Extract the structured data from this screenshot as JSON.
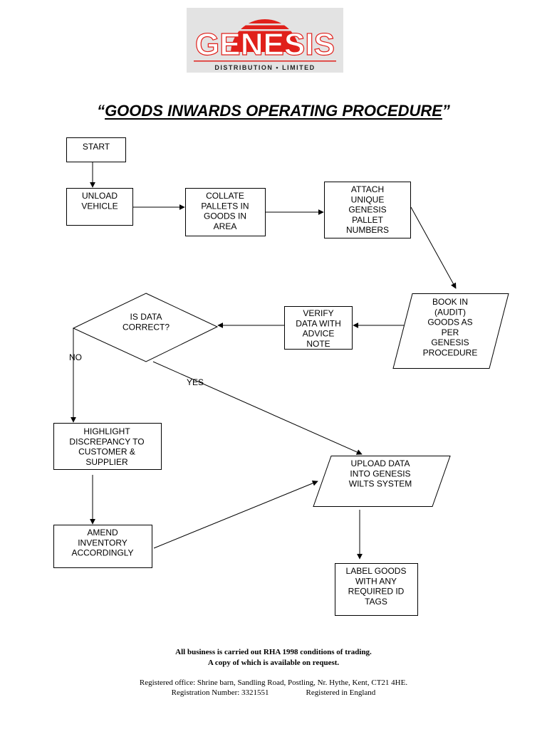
{
  "logo": {
    "name": "GENESIS",
    "subtitle": "DISTRIBUTION • LIMITED",
    "brand_color": "#e0201b"
  },
  "title": {
    "open_quote": "“",
    "text": "GOODS INWARDS OPERATING PROCEDURE",
    "close_quote": "”"
  },
  "nodes": {
    "start": [
      "START"
    ],
    "unload": [
      "UNLOAD",
      "VEHICLE"
    ],
    "collate": [
      "COLLATE",
      "PALLETS IN",
      "GOODS IN",
      "AREA"
    ],
    "attach": [
      "ATTACH",
      "UNIQUE",
      "GENESIS",
      "PALLET",
      "NUMBERS"
    ],
    "book": [
      "BOOK IN",
      "(AUDIT)",
      "GOODS AS",
      "PER",
      "GENESIS",
      "PROCEDURE"
    ],
    "verify": [
      "VERIFY",
      "DATA WITH",
      "ADVICE",
      "NOTE"
    ],
    "decision": [
      "IS DATA",
      "CORRECT?"
    ],
    "highlight": [
      "HIGHLIGHT",
      "DISCREPANCY TO",
      "CUSTOMER &",
      "SUPPLIER"
    ],
    "upload": [
      "UPLOAD DATA",
      "INTO GENESIS",
      "WILTS SYSTEM"
    ],
    "amend": [
      "AMEND",
      "INVENTORY",
      "ACCORDINGLY"
    ],
    "label": [
      "LABEL GOODS",
      "WITH ANY",
      "REQUIRED ID",
      "TAGS"
    ]
  },
  "edge_labels": {
    "no": "NO",
    "yes": "YES"
  },
  "footer": {
    "line1": "All business is carried out RHA 1998 conditions of trading.",
    "line2": "A copy of which is available on request.",
    "office": "Registered office: Shrine barn, Sandling Road, Postling, Nr. Hythe, Kent, CT21 4HE.",
    "reg_number": "Registration Number: 3321551",
    "registered": "Registered in England"
  }
}
